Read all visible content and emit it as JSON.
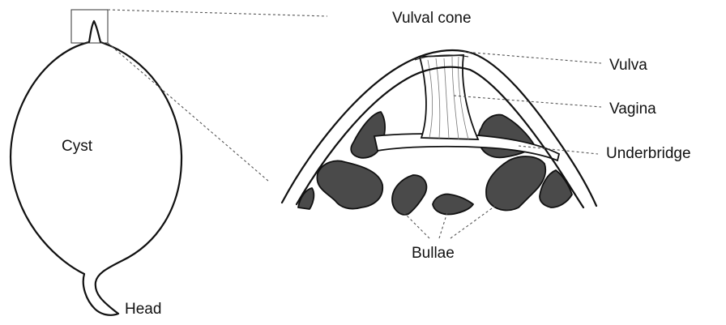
{
  "labels": {
    "cyst": "Cyst",
    "head": "Head",
    "vulval_cone": "Vulval cone",
    "vulva": "Vulva",
    "vagina": "Vagina",
    "underbridge": "Underbridge",
    "bullae": "Bullae"
  }
}
